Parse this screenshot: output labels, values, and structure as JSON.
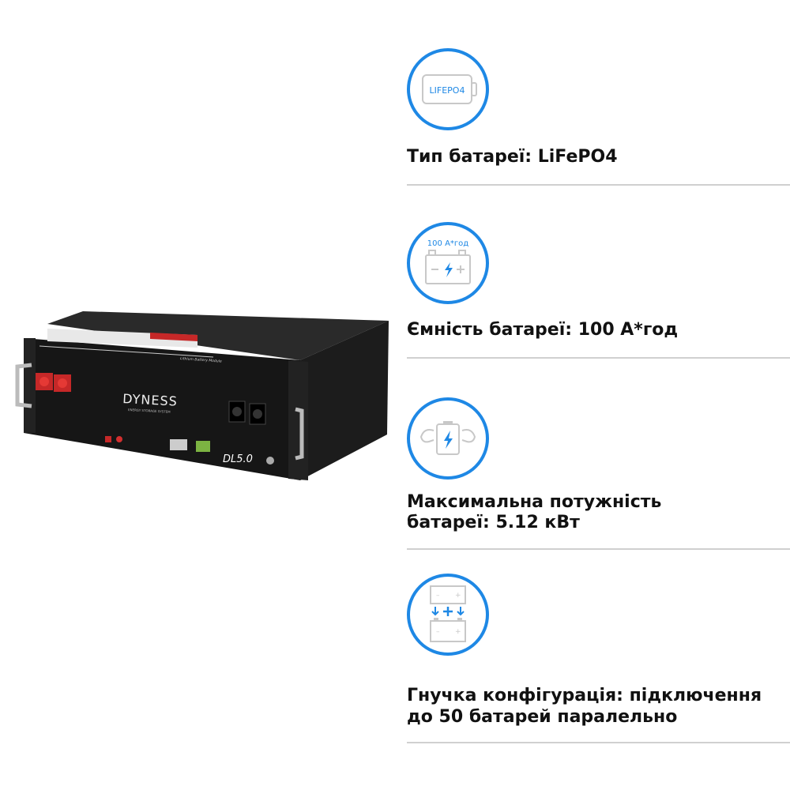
{
  "product": {
    "brand": "DYNESS",
    "brand_subtitle": "ENERGY STORAGE SYSTEM",
    "module_label": "Lithium Battery Module",
    "model": "DL5.0"
  },
  "features": [
    {
      "icon": "lifepo4-battery-icon",
      "icon_text": "LIFEPO4",
      "title": "Тип батареї: LiFePO4"
    },
    {
      "icon": "battery-capacity-icon",
      "icon_text": "100 А*год",
      "title": "Ємність батареї: 100 А*год"
    },
    {
      "icon": "battery-power-icon",
      "title_line1": "Максимальна потужність",
      "title_line2": "батареї: 5.12 кВт"
    },
    {
      "icon": "parallel-batteries-icon",
      "title_line1": "Гнучка конфігурація: підключення",
      "title_line2": "до 50 батарей паралельно"
    }
  ],
  "colors": {
    "accent": "#1e88e5",
    "icon_gray": "#c8c8c8",
    "text": "#111111",
    "divider": "#d0d0d0"
  }
}
